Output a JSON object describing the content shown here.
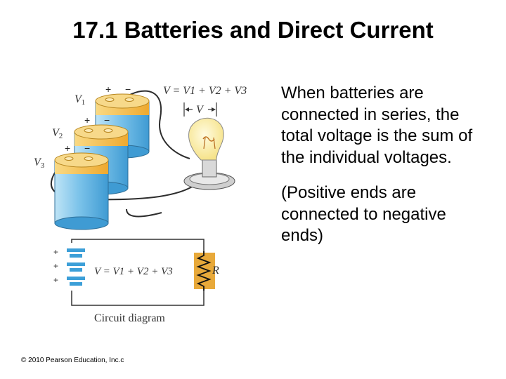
{
  "slide": {
    "title": "17.1 Batteries and Direct Current",
    "paragraph_1": "When batteries are connected in series, the total voltage is the sum of the individual voltages.",
    "paragraph_2": "(Positive ends are connected to negative ends)",
    "copyright": "© 2010 Pearson Education, Inc.c"
  },
  "figure": {
    "battery_labels": [
      "V1",
      "V2",
      "V3"
    ],
    "battery_label_names": [
      "V",
      "V",
      "V"
    ],
    "battery_label_subs": [
      "1",
      "2",
      "3"
    ],
    "plus": "+",
    "minus": "−",
    "total_equation": "V = V1 + V2 + V3",
    "bracket_label": "V",
    "resistor_label": "R",
    "circuit_caption": "Circuit diagram"
  },
  "colors": {
    "battery_top": "#f5c04a",
    "battery_cap": "#f7d98a",
    "battery_body": "#4aa6db",
    "battery_body_light": "#bfe4f6",
    "bulb_glass": "#fbf2b5",
    "resistor": "#e8a93a",
    "wire": "#333333",
    "cell_blue": "#3c9fd8"
  }
}
